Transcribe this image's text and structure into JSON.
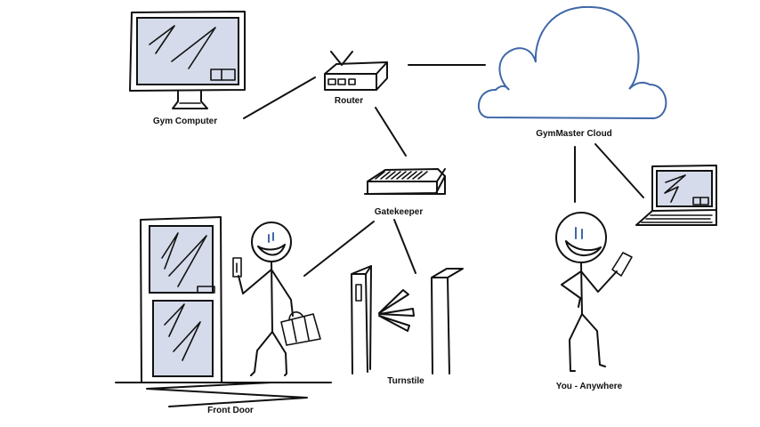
{
  "title": "GymMaster network diagram",
  "colors": {
    "ink": "#111111",
    "screen_fill": "#d5dbea",
    "cloud_stroke": "#3f67a8",
    "background": "#ffffff"
  },
  "nodes": {
    "gym_computer": {
      "label": "Gym Computer",
      "icon": "monitor-icon"
    },
    "router": {
      "label": "Router",
      "icon": "router-icon"
    },
    "cloud": {
      "label": "GymMaster Cloud",
      "icon": "cloud-icon"
    },
    "gatekeeper": {
      "label": "Gatekeeper",
      "icon": "gatekeeper-device-icon"
    },
    "front_door": {
      "label": "Front Door",
      "icon": "door-icon"
    },
    "turnstile": {
      "label": "Turnstile",
      "icon": "turnstile-icon"
    },
    "you_anywhere": {
      "label": "You - Anywhere",
      "icon": "person-with-phone-icon"
    },
    "laptop": {
      "label": "",
      "icon": "laptop-icon"
    }
  },
  "connections": [
    [
      "gym_computer",
      "router"
    ],
    [
      "router",
      "cloud"
    ],
    [
      "router",
      "gatekeeper"
    ],
    [
      "gatekeeper",
      "front_door"
    ],
    [
      "gatekeeper",
      "turnstile"
    ],
    [
      "cloud",
      "you_anywhere"
    ],
    [
      "cloud",
      "laptop"
    ]
  ]
}
